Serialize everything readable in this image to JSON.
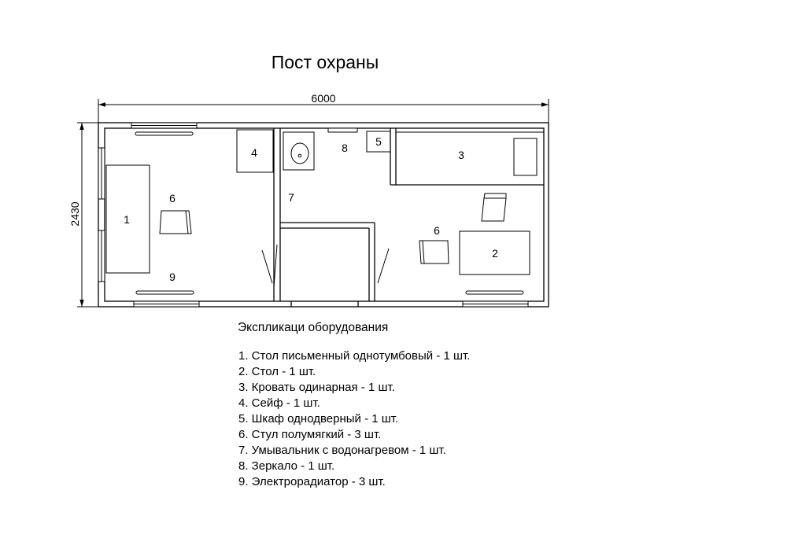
{
  "title": "Пост охраны",
  "dimensions": {
    "width": "6000",
    "height": "2430"
  },
  "markers": {
    "m1": "1",
    "m2": "2",
    "m3": "3",
    "m4": "4",
    "m5": "5",
    "m6a": "6",
    "m6b": "6",
    "m7": "7",
    "m8": "8",
    "m9": "9"
  },
  "legend": {
    "title": "Экспликаци оборудования",
    "items": [
      "1. Стол письменный однотумбовый - 1 шт.",
      "2. Стол - 1 шт.",
      "3. Кровать одинарная - 1 шт.",
      "4. Сейф - 1 шт.",
      "5. Шкаф однодверный - 1 шт.",
      "6. Стул полумягкий - 3 шт.",
      "7. Умывальник с водонагревом - 1 шт.",
      "8. Зеркало - 1 шт.",
      "9. Электрорадиатор - 3 шт."
    ]
  }
}
